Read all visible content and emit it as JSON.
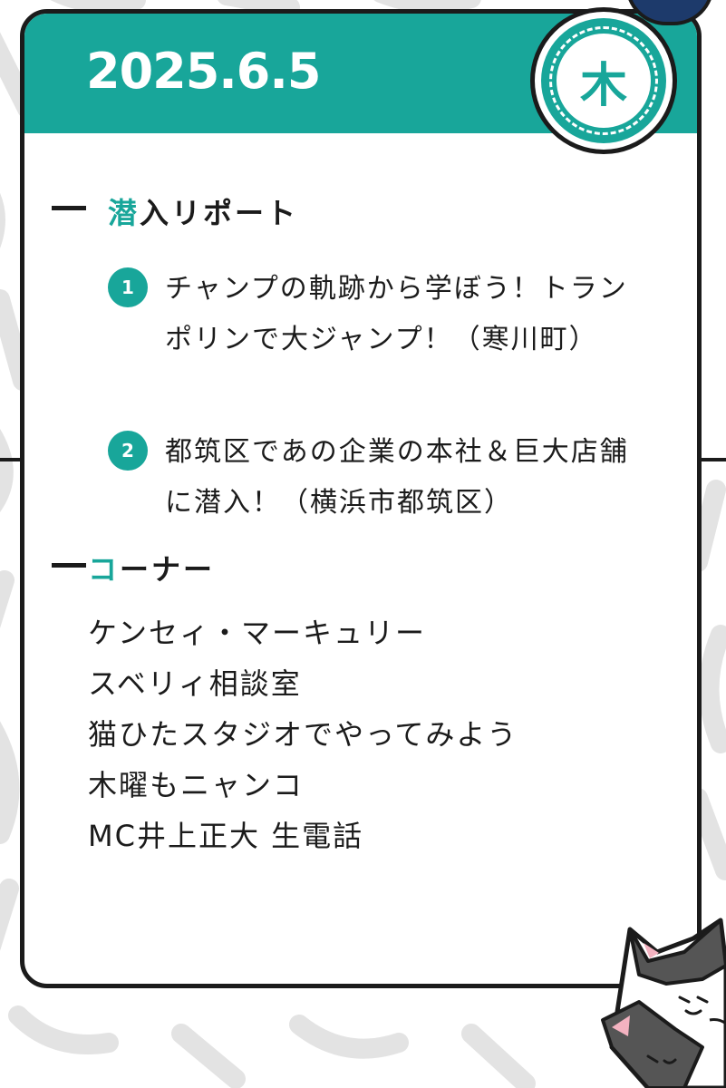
{
  "header": {
    "date": "2025.6.5",
    "weekday": "木"
  },
  "report_section": {
    "title_first_char": "潜",
    "title_rest": "入リポート",
    "items": [
      {
        "number": "1",
        "text": "チャンプの軌跡から学ぼう！トランポリンで大ジャンプ！（寒川町）"
      },
      {
        "number": "2",
        "text": "都筑区であの企業の本社＆巨大店舗に潜入！（横浜市都筑区）"
      }
    ]
  },
  "corner_section": {
    "title_first_char": "コ",
    "title_rest": "ーナー",
    "items": [
      "ケンセィ・マーキュリー",
      "スベリィ相談室",
      "猫ひたスタジオでやってみよう",
      "木曜もニャンコ",
      "MC井上正大 生電話"
    ]
  },
  "colors": {
    "accent": "#18a69a",
    "ink": "#1b1b1b",
    "corner_badge": "#1d3a6b"
  },
  "decorations": [
    "background-letter-pattern",
    "cat-illustration"
  ]
}
